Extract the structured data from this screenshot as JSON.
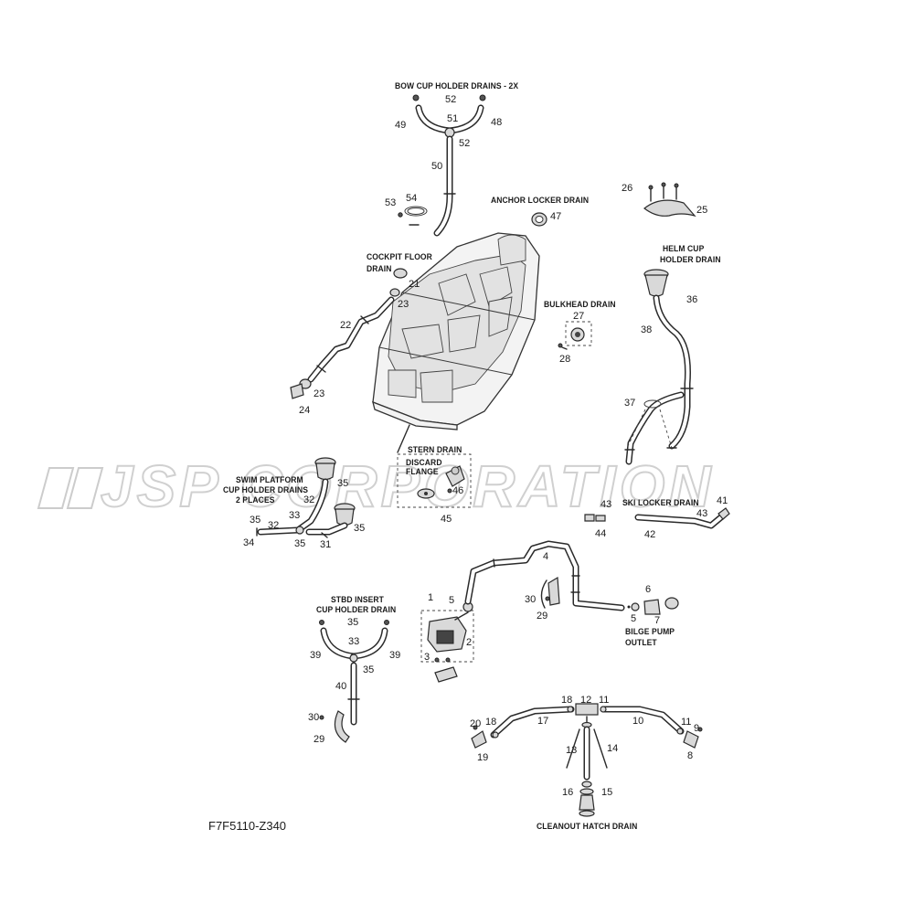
{
  "watermark": {
    "text": "JSP CORPORATION"
  },
  "diagram_code": "F7F5110-Z340",
  "captions": {
    "bow_cup": "BOW CUP HOLDER DRAINS - 2X",
    "anchor": "ANCHOR LOCKER DRAIN",
    "helm_cup_1": "HELM CUP",
    "helm_cup_2": "HOLDER DRAIN",
    "cockpit_1": "COCKPIT FLOOR",
    "cockpit_2": "DRAIN",
    "bulkhead": "BULKHEAD DRAIN",
    "stern": "STERN DRAIN",
    "discard_1": "DISCARD",
    "discard_2": "FLANGE",
    "swim_1": "SWIM PLATFORM",
    "swim_2": "CUP HOLDER DRAINS",
    "swim_3": "2 PLACES",
    "ski": "SKI LOCKER DRAIN",
    "stbd_1": "STBD INSERT",
    "stbd_2": "CUP HOLDER DRAIN",
    "bilge_1": "BILGE PUMP",
    "bilge_2": "OUTLET",
    "cleanout": "CLEANOUT HATCH DRAIN"
  },
  "callouts": {
    "c52a": "52",
    "c51": "51",
    "c49": "49",
    "c48": "48",
    "c52b": "52",
    "c50": "50",
    "c53": "53",
    "c54": "54",
    "c47": "47",
    "c26": "26",
    "c25": "25",
    "c36": "36",
    "c38": "38",
    "c37": "37",
    "c21": "21",
    "c23a": "23",
    "c22": "22",
    "c23b": "23",
    "c24": "24",
    "c27": "27",
    "c28": "28",
    "c35a": "35",
    "c32a": "32",
    "c35b": "35",
    "c35c": "35",
    "c32b": "32",
    "c33a": "33",
    "c34": "34",
    "c35d": "35",
    "c31": "31",
    "c46": "46",
    "c45": "45",
    "c43a": "43",
    "c44": "44",
    "c43b": "43",
    "c41": "41",
    "c42": "42",
    "c4": "4",
    "c1": "1",
    "c5a": "5",
    "c2": "2",
    "c3": "3",
    "c30a": "30",
    "c29a": "29",
    "c6": "6",
    "c5b": "5",
    "c7": "7",
    "c35e": "35",
    "c39a": "39",
    "c33b": "33",
    "c39b": "39",
    "c35f": "35",
    "c40": "40",
    "c30b": "30",
    "c29b": "29",
    "c18a": "18",
    "c12": "12",
    "c11a": "11",
    "c20": "20",
    "c18b": "18",
    "c17": "17",
    "c10": "10",
    "c11b": "11",
    "c9": "9",
    "c19": "19",
    "c8": "8",
    "c13": "13",
    "c14": "14",
    "c16": "16",
    "c15": "15"
  }
}
